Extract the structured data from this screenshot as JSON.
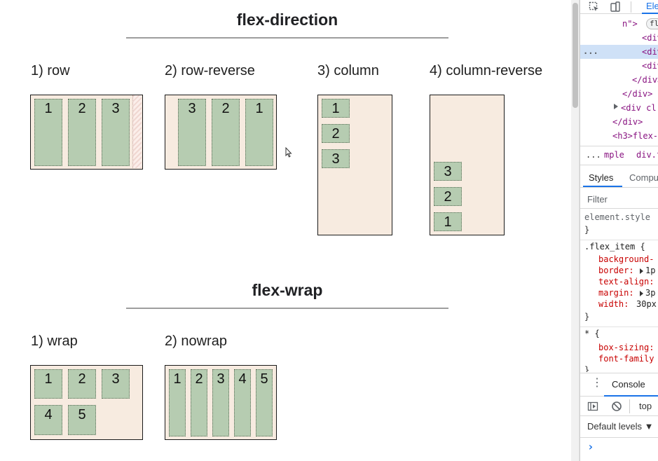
{
  "sections": {
    "direction_title": "flex-direction",
    "wrap_title": "flex-wrap"
  },
  "examples": {
    "row": {
      "label": "1) row",
      "items": [
        "1",
        "2",
        "3"
      ]
    },
    "row_reverse": {
      "label": "2) row-reverse",
      "items": [
        "3",
        "2",
        "1"
      ]
    },
    "column": {
      "label": "3) column",
      "items": [
        "1",
        "2",
        "3"
      ]
    },
    "column_reverse": {
      "label": "4) column-reverse",
      "items": [
        "3",
        "2",
        "1"
      ]
    },
    "wrap": {
      "label": "1) wrap",
      "items": [
        "1",
        "2",
        "3",
        "4",
        "5"
      ]
    },
    "nowrap": {
      "label": "2) nowrap",
      "items": [
        "1",
        "2",
        "3",
        "4",
        "5"
      ]
    }
  },
  "devtools": {
    "top_tab": "Ele",
    "top_chip": "fle",
    "dom_lines": [
      "n\">",
      "<div",
      "<div",
      "<div",
      "</div>",
      "</div>",
      "<div cl",
      "</div>",
      "<h3>flex-"
    ],
    "ellipsis": "...",
    "breadcrumb": [
      "mple",
      "div.fle"
    ],
    "tabs": [
      "Styles",
      "Compu"
    ],
    "filter_placeholder": "Filter",
    "element_style": "element.style",
    "brace_open": "{",
    "brace_close": "}",
    "rule1_selector": ".flex_item {",
    "rule1_props": [
      "background-",
      "border:",
      "text-align:",
      "margin:",
      "width:"
    ],
    "rule1_vals": [
      "",
      "1p",
      "",
      "3p",
      "30px"
    ],
    "rule2_selector": "* {",
    "rule2_props": [
      "box-sizing:",
      "font-family"
    ],
    "console_tab": "Console",
    "console_context": "top",
    "levels": "Default levels ▼",
    "prompt": "›"
  }
}
